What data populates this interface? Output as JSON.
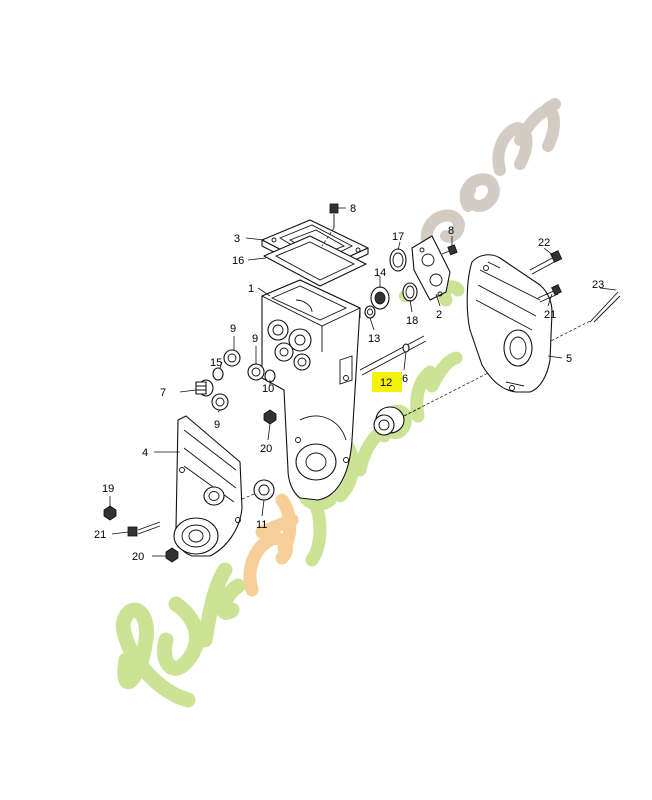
{
  "diagram": {
    "highlight_color": "#f4f10a",
    "callouts": [
      {
        "id": "c1",
        "text": "1"
      },
      {
        "id": "c2",
        "text": "2"
      },
      {
        "id": "c3",
        "text": "3"
      },
      {
        "id": "c4",
        "text": "4"
      },
      {
        "id": "c5",
        "text": "5"
      },
      {
        "id": "c6",
        "text": "6"
      },
      {
        "id": "c7",
        "text": "7"
      },
      {
        "id": "c8a",
        "text": "8"
      },
      {
        "id": "c8b",
        "text": "8"
      },
      {
        "id": "c9a",
        "text": "9"
      },
      {
        "id": "c9b",
        "text": "9"
      },
      {
        "id": "c9c",
        "text": "9"
      },
      {
        "id": "c10",
        "text": "10"
      },
      {
        "id": "c11",
        "text": "11"
      },
      {
        "id": "c12",
        "text": "12"
      },
      {
        "id": "c13",
        "text": "13"
      },
      {
        "id": "c14",
        "text": "14"
      },
      {
        "id": "c15",
        "text": "15"
      },
      {
        "id": "c16",
        "text": "16"
      },
      {
        "id": "c17",
        "text": "17"
      },
      {
        "id": "c18",
        "text": "18"
      },
      {
        "id": "c19",
        "text": "19"
      },
      {
        "id": "c20a",
        "text": "20"
      },
      {
        "id": "c20b",
        "text": "20"
      },
      {
        "id": "c21a",
        "text": "21"
      },
      {
        "id": "c21b",
        "text": "21"
      },
      {
        "id": "c22",
        "text": "22"
      },
      {
        "id": "c23",
        "text": "23"
      }
    ]
  },
  "watermark": {
    "text": "forêtjardin.com",
    "green": "#c6e08a",
    "orange": "#f6c98c",
    "gray": "#cfc7bd"
  }
}
